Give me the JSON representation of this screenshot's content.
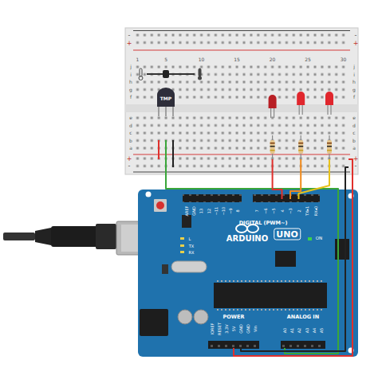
{
  "diagram": {
    "nodes": [
      {
        "text": [
          "TMP"
        ]
      },
      {
        "text": [
          "AREF",
          "GND",
          "13",
          "12",
          "~11",
          "~10",
          "~9",
          "8",
          "7",
          "~6",
          "~5",
          "4",
          "~3",
          "2",
          "TX▸1",
          "RX◂0",
          "DIGITAL (PWM~)",
          "L",
          "TX",
          "RX",
          "ARDUINO",
          "UNO",
          "ON",
          "IOREF",
          "RESET",
          "3.3V",
          "5V",
          "GND",
          "GND",
          "Vin",
          "POWER",
          "ANALOG IN",
          "A0",
          "A1",
          "A2",
          "A3",
          "A4",
          "A5"
        ]
      }
    ],
    "labels": [
      "j",
      "i",
      "h",
      "g",
      "f",
      "e",
      "d",
      "c",
      "b",
      "a",
      "j",
      "i",
      "h",
      "g",
      "f",
      "e",
      "d",
      "c",
      "b",
      "a",
      "1",
      "5",
      "10",
      "15",
      "20",
      "25",
      "30",
      "-",
      "+",
      "-",
      "+",
      "+",
      "-",
      "+",
      "-"
    ]
  }
}
